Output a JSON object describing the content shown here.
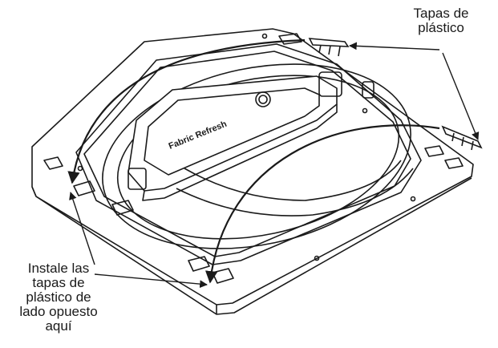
{
  "callouts": {
    "top_right": [
      "Tapas de",
      "plástico"
    ],
    "bottom_left": [
      "Instale las",
      "tapas de",
      "plástico de",
      "lado opuesto",
      "aquí"
    ]
  },
  "dispenser_label": "Fabric Refresh",
  "colors": {
    "line": "#1a1a1a",
    "fill": "#ffffff",
    "shade": "#d9d9d9"
  }
}
